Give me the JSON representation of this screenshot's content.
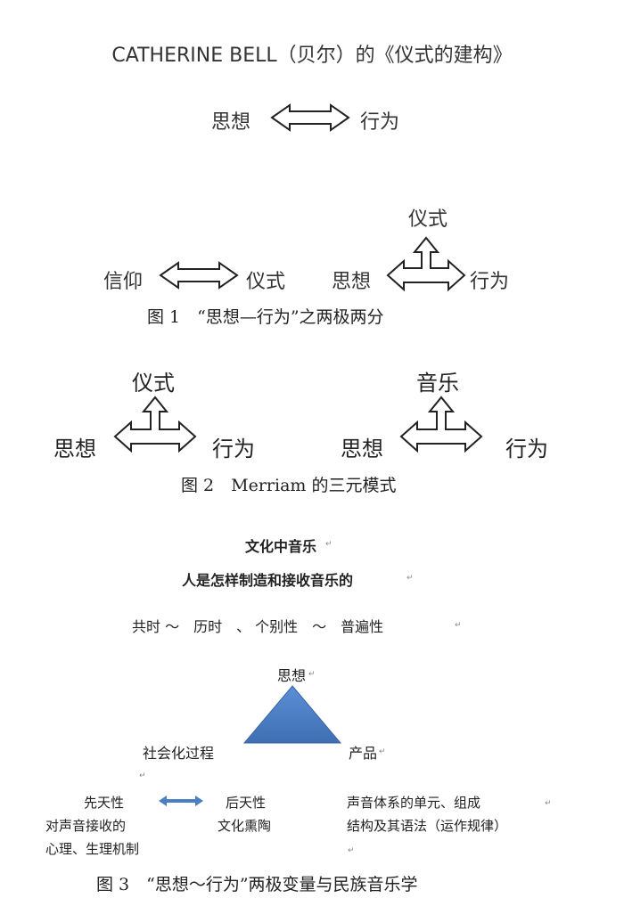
{
  "header": {
    "title": "CATHERINE BELL（贝尔）的《仪式的建构》"
  },
  "top_pair": {
    "left": "思想",
    "right": "行为"
  },
  "fig1": {
    "left_pair": {
      "left": "信仰",
      "right": "仪式"
    },
    "triad": {
      "top": "仪式",
      "left": "思想",
      "right": "行为"
    },
    "caption": "图 1　“思想—行为”之两极两分"
  },
  "fig2": {
    "triad_a": {
      "top": "仪式",
      "left": "思想",
      "right": "行为"
    },
    "triad_b": {
      "top": "音乐",
      "left": "思想",
      "right": "行为"
    },
    "caption": "图 2　Merriam 的三元模式"
  },
  "fig3": {
    "title": "文化中音乐",
    "subtitle": "人是怎样制造和接收音乐的",
    "dimensions": "共时 ～　历时　、 个别性　～　普遍性",
    "apex": "思想",
    "left_corner": "社会化过程",
    "right_corner": "产品",
    "innate": "先天性",
    "acquired": "后天性",
    "innate_desc_1": "对声音接收的",
    "innate_desc_2": "心理、生理机制",
    "acquired_desc": "文化熏陶",
    "product_desc_1": "声音体系的单元、组成",
    "product_desc_2": "结构及其语法（运作规律）",
    "triangle_color": "#4a7fc4",
    "arrow_color": "#4a7fc4",
    "caption": "图 3　“思想～行为”两极变量与民族音乐学",
    "return_mark": "↵"
  }
}
